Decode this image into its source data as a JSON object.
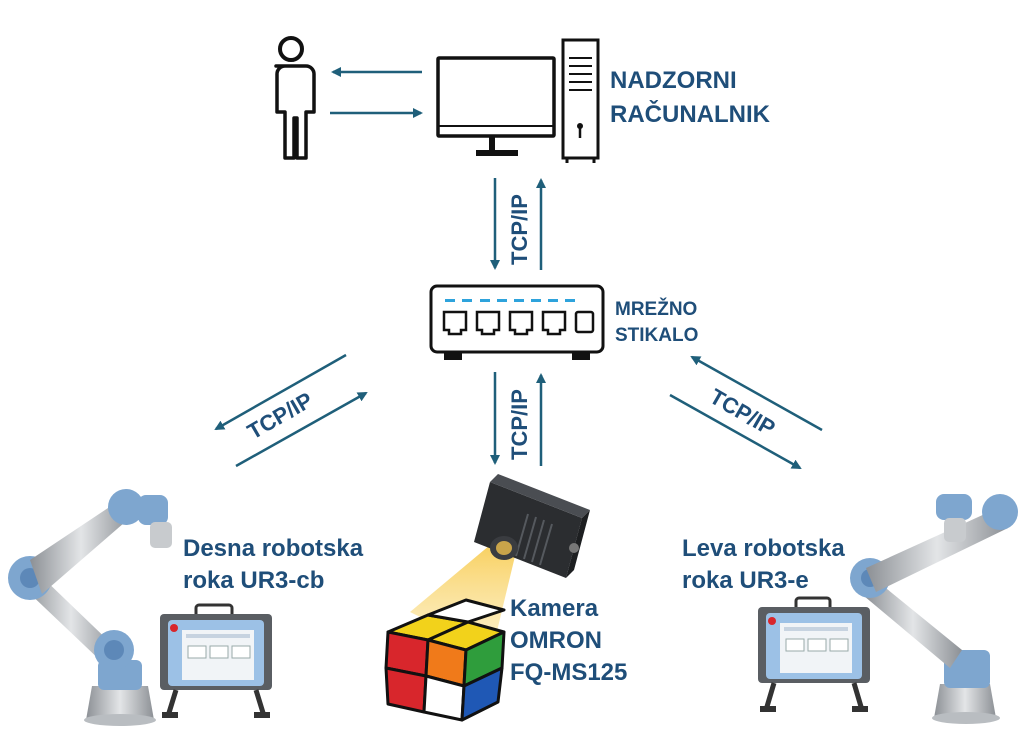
{
  "labels": {
    "computer_line1": "NADZORNI",
    "computer_line2": "RAČUNALNIK",
    "switch_line1": "MREŽNO",
    "switch_line2": "STIKALO",
    "right_robot_line1": "Desna robotska",
    "right_robot_line2": "roka UR3-cb",
    "left_robot_line1": "Leva robotska",
    "left_robot_line2": "roka UR3-e",
    "camera_line1": "Kamera",
    "camera_line2": "OMRON",
    "camera_line3": "FQ-MS125"
  },
  "connections": {
    "pc_switch": "TCP/IP",
    "switch_right_robot": "TCP/IP",
    "switch_camera": "TCP/IP",
    "switch_left_robot": "TCP/IP"
  },
  "icons": [
    "person-icon",
    "monitor-icon",
    "tower-pc-icon",
    "network-switch-icon",
    "robot-arm-icon",
    "teach-pendant-icon",
    "camera-icon",
    "rubiks-cube-icon"
  ],
  "colors": {
    "text": "#1f4e79",
    "arrow": "#1f5f7a",
    "switch_led": "#2ea3dc",
    "robot_blue": "#7ea6cf",
    "cube_red": "#d8262c",
    "cube_yellow": "#f2d21b",
    "cube_green": "#2f9d3c",
    "cube_blue": "#1f58b5",
    "cube_orange": "#f07a1a"
  }
}
